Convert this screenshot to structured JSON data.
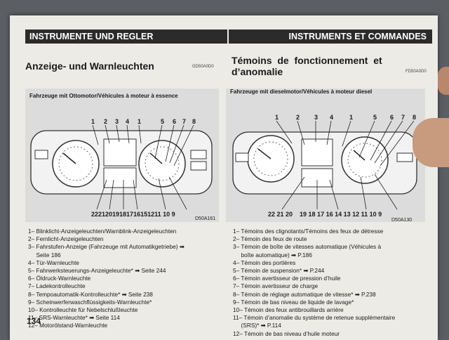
{
  "header": {
    "left": "INSTRUMENTE UND REGLER",
    "right": "INSTRUMENTS ET COMMANDES"
  },
  "left": {
    "title": "Anzeige- und Warnleuchten",
    "code": "GD50A0D0",
    "caption": "Fahrzeuge mit Ottomotor/Véhicules à moteur à essence",
    "ref": "D50A161",
    "top_numbers": [
      "1",
      "2",
      "3",
      "4",
      "1",
      "5",
      "6",
      "7",
      "8"
    ],
    "bottom_numbers": "22212019181716151211 10 9",
    "items": [
      "1– Blinklicht-Anzeigeleuchten/Warnblink-Anzeigeleuchten",
      "2– Fernlicht-Anzeigeleuchten",
      "3– Fahrstufen-Anzeige (Fahrzeuge mit Automatikgetriebe) ➡",
      "     Seite 186",
      "4– Tür-Warnleuchte",
      "5– Fahrwerksteuerungs-Anzeigeleuchte* ➡ Seite 244",
      "6– Öldruck-Warnleuchte",
      "7– Ladekontrolleuchte",
      "8– Tempoautomatik-Kontrolleuchte* ➡ Seite 238",
      "9– Scheinwerferwaschflüssigkeits-Warnleuchte*",
      "10– Kontrolleuchte für Nebelschlußleuchte",
      "11– SRS-Warnleuchte* ➡ Seite 114",
      "12– Motorölstand-Warnleuchte"
    ]
  },
  "right": {
    "title_line1": "Témoins  de  fonctionnement  et",
    "title_line2": "d’anomalie",
    "code": "FD50A0D0",
    "caption": "Fahrzeuge mit dieselmotor/Véhicules à moteur diesel",
    "ref": "D50A130",
    "top_numbers": [
      "1",
      "2",
      "3",
      "4",
      "1",
      "5",
      "6",
      "7",
      "8"
    ],
    "bottom_numbers": "22 21 20    19 18 17 16 14 13 12 11 10 9",
    "items": [
      "1– Témoins des clignotants/Témoins des feux de détresse",
      "2– Témoin des feux de route",
      "3– Témoin de boîte de vitesses automatique (Véhicules à",
      "     boîte automatique) ➡ P.186",
      "4– Témoin des portières",
      "5– Témoin de suspension* ➡ P.244",
      "6– Témoin avertisseur de pression d’huile",
      "7– Témoin avertisseur de charge",
      "8– Témoin de réglage automatique de vitesse* ➡ P.238",
      "9– Témoin de bas niveau de liquide de lavage*",
      "10– Témoin des feux antibrouillards arrière",
      "11– Témoin d’anomalie du système de retenue supplémentaire",
      "     (SRS)* ➡ P.114",
      "12– Témoin de bas niveau d’huile moteur"
    ]
  },
  "page_number": "134"
}
